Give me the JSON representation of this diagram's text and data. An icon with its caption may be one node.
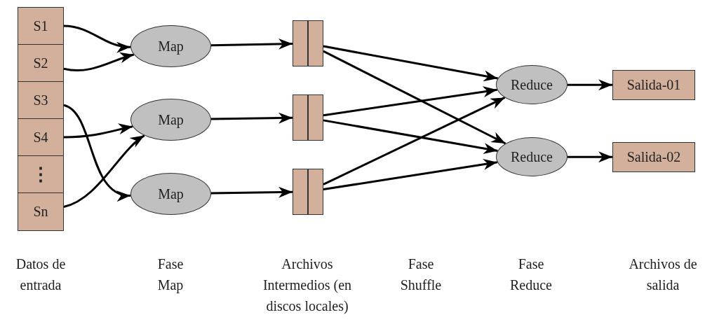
{
  "diagram": {
    "nodes": [
      {
        "text": [
          "S1"
        ]
      },
      {
        "text": [
          "S2"
        ]
      },
      {
        "text": [
          "S3"
        ]
      },
      {
        "text": [
          "S4"
        ]
      },
      {
        "text": [
          "⋮"
        ]
      },
      {
        "text": [
          "Sn"
        ]
      },
      {
        "text": [
          "Map"
        ]
      },
      {
        "text": [
          "Map"
        ]
      },
      {
        "text": [
          "Map"
        ]
      },
      {
        "text": [],
        "shape": "box"
      },
      {
        "text": [],
        "shape": "box"
      },
      {
        "text": [],
        "shape": "box"
      },
      {
        "text": [
          "Reduce"
        ]
      },
      {
        "text": [
          "Reduce"
        ]
      },
      {
        "text": [
          "Salida-01"
        ]
      },
      {
        "text": [
          "Salida-02"
        ]
      }
    ],
    "edges": [
      {
        "from": 0,
        "to": 6,
        "arrow": "to"
      },
      {
        "from": 1,
        "to": 6,
        "arrow": "to"
      },
      {
        "from": 2,
        "to": 8,
        "arrow": "to"
      },
      {
        "from": 3,
        "to": 7,
        "arrow": "to"
      },
      {
        "from": 5,
        "to": 7,
        "arrow": "to"
      },
      {
        "from": 6,
        "to": 9,
        "arrow": "to"
      },
      {
        "from": 7,
        "to": 10,
        "arrow": "to"
      },
      {
        "from": 8,
        "to": 11,
        "arrow": "to"
      },
      {
        "from": 9,
        "to": 12,
        "arrow": "to"
      },
      {
        "from": 9,
        "to": 13,
        "arrow": "to"
      },
      {
        "from": 10,
        "to": 12,
        "arrow": "to"
      },
      {
        "from": 10,
        "to": 13,
        "arrow": "to"
      },
      {
        "from": 11,
        "to": 12,
        "arrow": "to"
      },
      {
        "from": 11,
        "to": 13,
        "arrow": "to"
      },
      {
        "from": 12,
        "to": 14,
        "arrow": "to"
      },
      {
        "from": 13,
        "to": 15,
        "arrow": "to"
      }
    ],
    "labels": [
      "Datos de entrada",
      "Fase Map",
      "Archivos Intermedios (en discos locales)",
      "Fase Shuffle",
      "Fase Reduce",
      "Archivos de salida"
    ]
  }
}
